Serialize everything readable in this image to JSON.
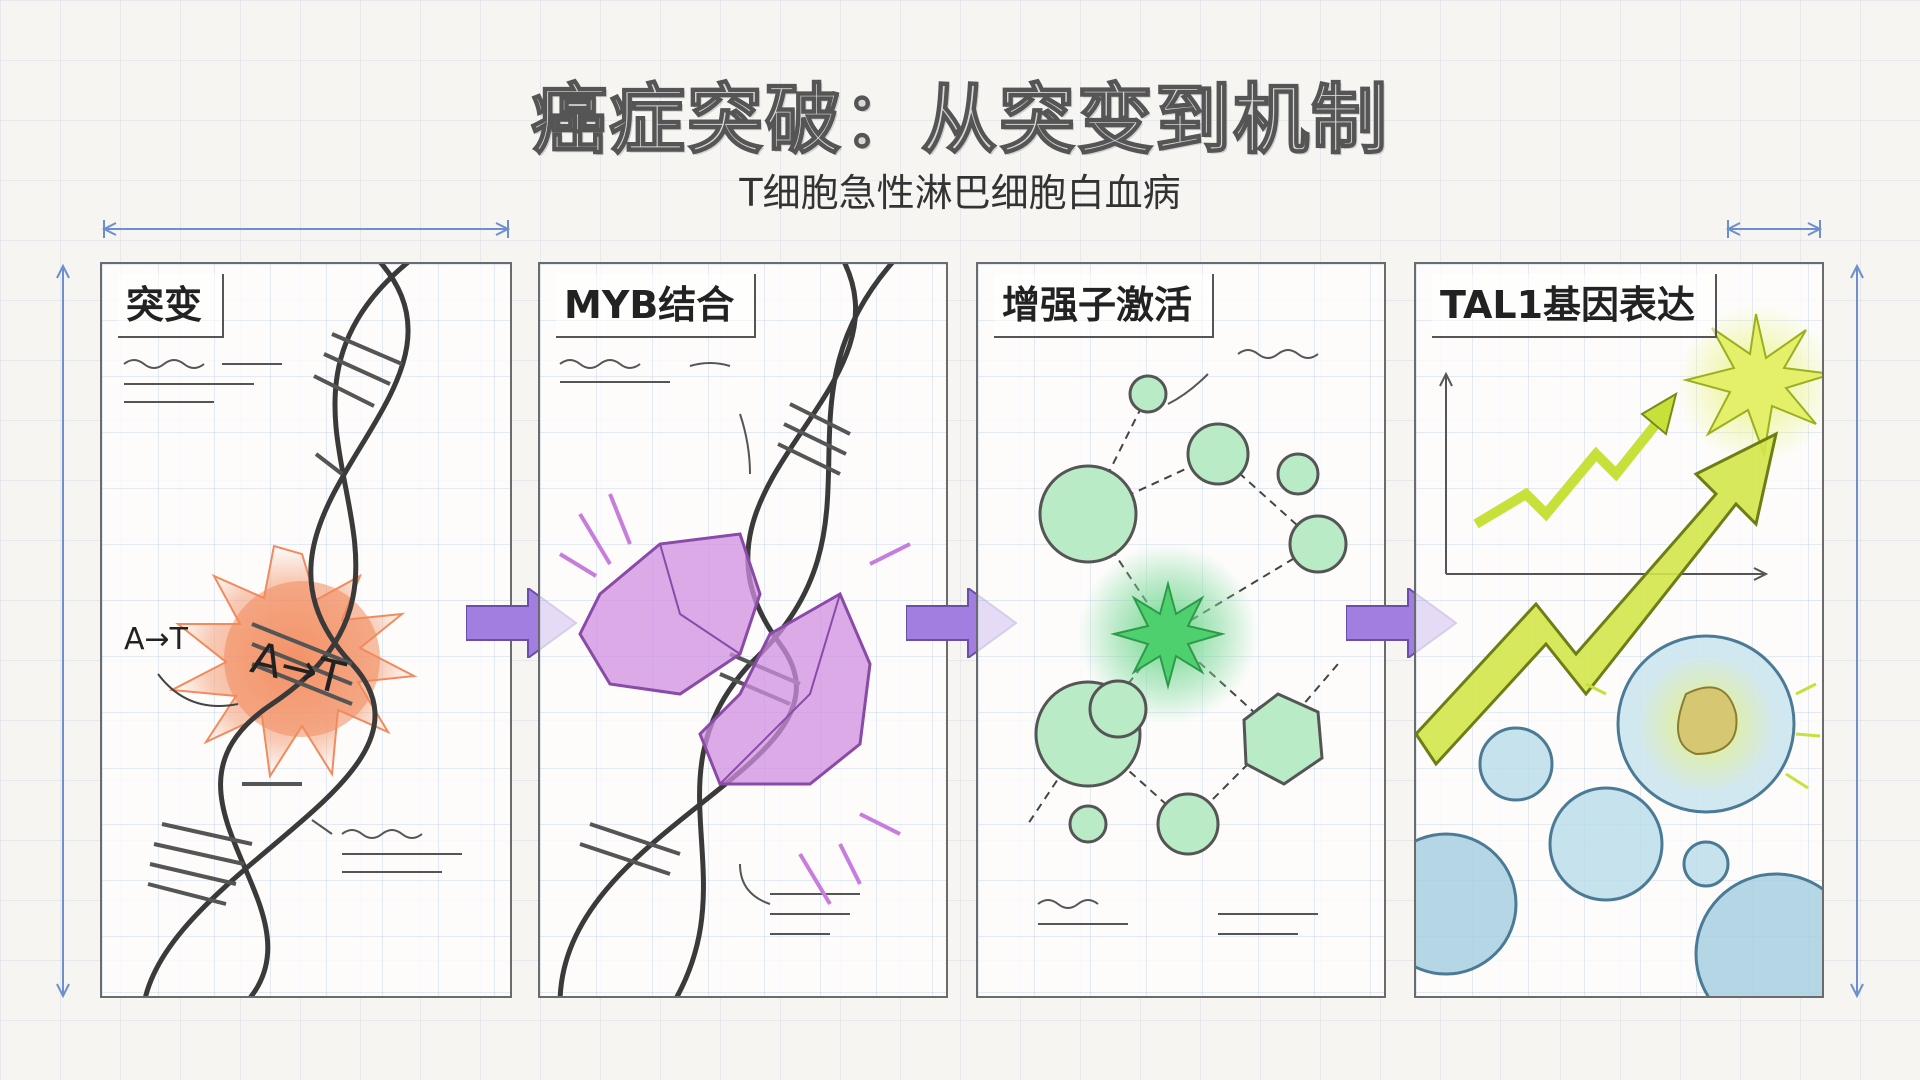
{
  "header": {
    "title": "癌症突破：从突变到机制",
    "subtitle": "T细胞急性淋巴细胞白血病"
  },
  "panels": [
    {
      "label": "突变",
      "mutation_small": "A→T",
      "mutation_big": "A→T",
      "accent": "#f28a5c"
    },
    {
      "label": "MYB结合",
      "accent": "#c77ddb"
    },
    {
      "label": "增强子激活",
      "accent": "#7ed99a"
    },
    {
      "label": "TAL1基因表达",
      "accent": "#c8e03a"
    }
  ],
  "colors": {
    "step_arrow": "#a27ee0",
    "dimension_line": "#6d8fd0",
    "sketch_ink": "#3a3a3a"
  }
}
